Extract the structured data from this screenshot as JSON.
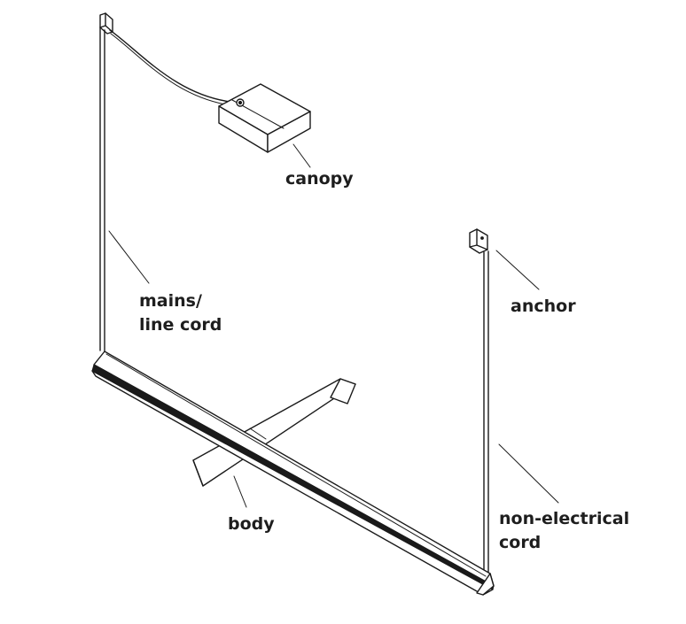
{
  "labels": {
    "canopy": "canopy",
    "mains_line1": "mains/",
    "mains_line2": "line cord",
    "anchor": "anchor",
    "body": "body",
    "nonelectrical_line1": "non-electrical",
    "nonelectrical_line2": "cord"
  },
  "colors": {
    "ink": "#1a1a1a",
    "background": "#ffffff"
  }
}
